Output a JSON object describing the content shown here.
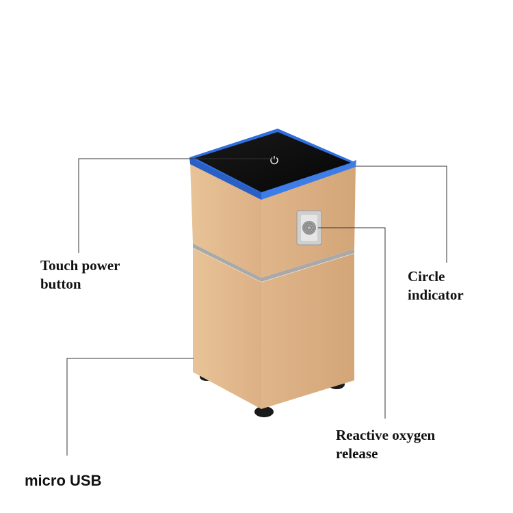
{
  "colors": {
    "device_body": "#e2b98e",
    "device_body_shadow": "#cf9f72",
    "top_panel": "#0b0b0b",
    "top_rim": "#2f6fe0",
    "vent_frame": "#c9c9c9",
    "feet": "#1a1a1a"
  },
  "icons": {
    "power": "power-icon",
    "vent": "vent-grille-icon"
  },
  "callouts": {
    "touch_power": {
      "line1": "Touch power",
      "line2": "button"
    },
    "circle_indicator": {
      "line1": "Circle",
      "line2": "indicator"
    },
    "reactive_oxygen": {
      "line1": "Reactive oxygen",
      "line2": "release"
    },
    "micro_usb": {
      "text": "micro USB"
    }
  }
}
